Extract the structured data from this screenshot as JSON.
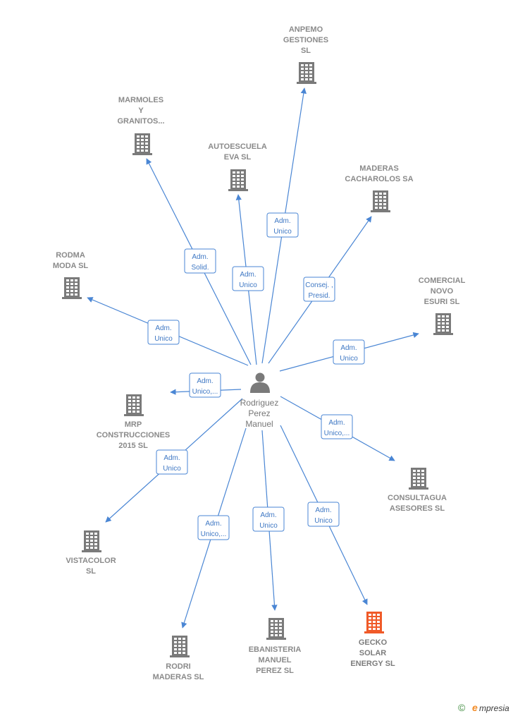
{
  "center": {
    "name_lines": [
      "Rodriguez",
      "Perez",
      "Manuel"
    ],
    "icon": "person-icon"
  },
  "colors": {
    "edge": "#4a86d4",
    "building": "#7a7a7a",
    "building_highlight": "#f05a28"
  },
  "companies": [
    {
      "id": "anpemo",
      "lines": [
        "ANPEMO",
        "GESTIONES",
        "SL"
      ],
      "role": [
        "Adm.",
        "Unico"
      ],
      "icon": "building-icon",
      "highlight": false
    },
    {
      "id": "marmoles",
      "lines": [
        "MARMOLES",
        "Y",
        "GRANITOS..."
      ],
      "role": [
        "Adm.",
        "Solid."
      ],
      "icon": "building-icon",
      "highlight": false
    },
    {
      "id": "autoescuela",
      "lines": [
        "AUTOESCUELA",
        "EVA SL"
      ],
      "role": [
        "Adm.",
        "Unico"
      ],
      "icon": "building-icon",
      "highlight": false
    },
    {
      "id": "maderas-cacharolos",
      "lines": [
        "MADERAS",
        "CACHAROLOS SA"
      ],
      "role": [
        "Consej. ,",
        "Presid."
      ],
      "icon": "building-icon",
      "highlight": false
    },
    {
      "id": "rodma",
      "lines": [
        "RODMA",
        "MODA SL"
      ],
      "role": [
        "Adm.",
        "Unico"
      ],
      "icon": "building-icon",
      "highlight": false
    },
    {
      "id": "comercial",
      "lines": [
        "COMERCIAL",
        "NOVO",
        "ESURI SL"
      ],
      "role": [
        "Adm.",
        "Unico"
      ],
      "icon": "building-icon",
      "highlight": false
    },
    {
      "id": "mrp",
      "lines": [
        "MRP",
        "CONSTRUCCIONES",
        "2015 SL"
      ],
      "role": [
        "Adm.",
        "Unico,..."
      ],
      "icon": "building-icon",
      "highlight": false
    },
    {
      "id": "consultagua",
      "lines": [
        "CONSULTAGUA",
        "ASESORES SL"
      ],
      "role": [
        "Adm.",
        "Unico,..."
      ],
      "icon": "building-icon",
      "highlight": false
    },
    {
      "id": "vistacolor",
      "lines": [
        "VISTACOLOR",
        "SL"
      ],
      "role": [
        "Adm.",
        "Unico"
      ],
      "icon": "building-icon",
      "highlight": false
    },
    {
      "id": "rodri",
      "lines": [
        "RODRI",
        "MADERAS SL"
      ],
      "role": [
        "Adm.",
        "Unico,..."
      ],
      "icon": "building-icon",
      "highlight": false
    },
    {
      "id": "ebanisteria",
      "lines": [
        "EBANISTERIA",
        "MANUEL",
        "PEREZ SL"
      ],
      "role": [
        "Adm.",
        "Unico"
      ],
      "icon": "building-icon",
      "highlight": false
    },
    {
      "id": "gecko",
      "lines": [
        "GECKO",
        "SOLAR",
        "ENERGY SL"
      ],
      "role": [
        "Adm.",
        "Unico"
      ],
      "icon": "building-icon",
      "highlight": true
    }
  ],
  "footer": {
    "copyright_symbol": "©",
    "brand_initial": "e",
    "brand_rest": "mpresia"
  }
}
